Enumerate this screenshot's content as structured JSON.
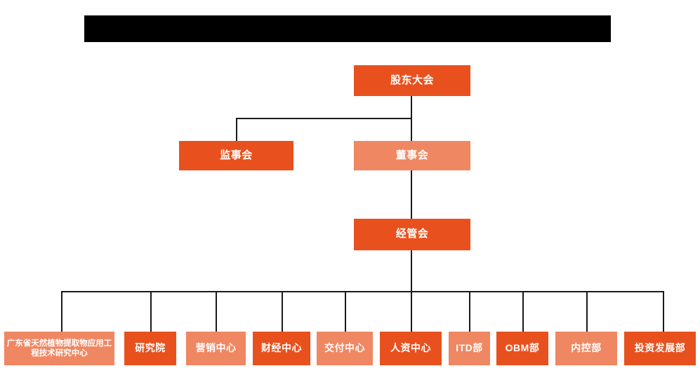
{
  "chart_data": {
    "type": "diagram",
    "title": "",
    "diagram_kind": "organizational-chart",
    "colors": {
      "primary_orange": "#e8511e",
      "secondary_salmon": "#ef8762",
      "connector_line": "#1a1a1a",
      "redacted_bar": "#000000",
      "background": "#ffffff",
      "node_text": "#ffffff"
    },
    "levels": [
      {
        "level": 1,
        "nodes": [
          "股东大会"
        ]
      },
      {
        "level": 2,
        "nodes": [
          "监事会",
          "董事会"
        ]
      },
      {
        "level": 3,
        "nodes": [
          "经管会"
        ]
      },
      {
        "level": 4,
        "nodes": [
          "广东省天然植物提取物应用工程技术研究中心",
          "研究院",
          "营销中心",
          "财经中心",
          "交付中心",
          "人资中心",
          "ITD部",
          "OBM部",
          "内控部",
          "投资发展部"
        ]
      }
    ],
    "edges": [
      {
        "from": "股东大会",
        "to": "监事会"
      },
      {
        "from": "股东大会",
        "to": "董事会"
      },
      {
        "from": "董事会",
        "to": "经管会"
      },
      {
        "from": "经管会",
        "to": "广东省天然植物提取物应用工程技术研究中心"
      },
      {
        "from": "经管会",
        "to": "研究院"
      },
      {
        "from": "经管会",
        "to": "营销中心"
      },
      {
        "from": "经管会",
        "to": "财经中心"
      },
      {
        "from": "经管会",
        "to": "交付中心"
      },
      {
        "from": "经管会",
        "to": "人资中心"
      },
      {
        "from": "经管会",
        "to": "ITD部"
      },
      {
        "from": "经管会",
        "to": "OBM部"
      },
      {
        "from": "经管会",
        "to": "内控部"
      },
      {
        "from": "经管会",
        "to": "投资发展部"
      }
    ]
  },
  "chart": {
    "redacted_title": "",
    "level1": {
      "shareholders_meeting": "股东大会"
    },
    "level2": {
      "supervisory_board": "监事会",
      "board_of_directors": "董事会"
    },
    "level3": {
      "management_committee": "经管会"
    },
    "departments": [
      {
        "label": "广东省天然植物提取物应用工程技术研究中心",
        "style": "secondary"
      },
      {
        "label": "研究院",
        "style": "primary"
      },
      {
        "label": "营销中心",
        "style": "secondary"
      },
      {
        "label": "财经中心",
        "style": "primary"
      },
      {
        "label": "交付中心",
        "style": "secondary"
      },
      {
        "label": "人资中心",
        "style": "primary"
      },
      {
        "label": "ITD部",
        "style": "secondary"
      },
      {
        "label": "OBM部",
        "style": "primary"
      },
      {
        "label": "内控部",
        "style": "secondary"
      },
      {
        "label": "投资发展部",
        "style": "primary"
      }
    ]
  }
}
